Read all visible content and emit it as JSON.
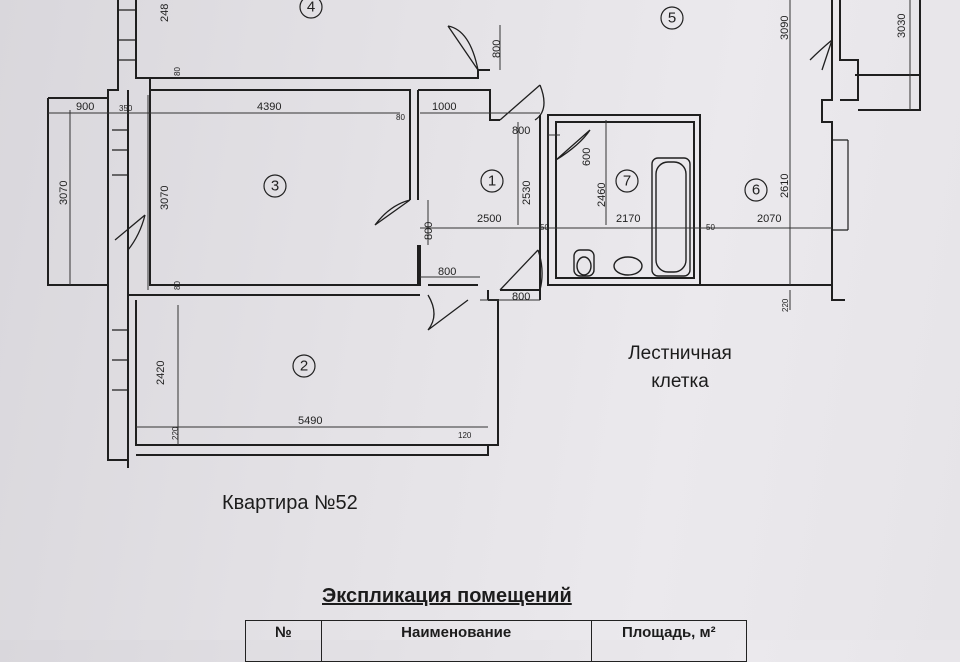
{
  "plan": {
    "apartment_label": "Квартира №52",
    "stairwell_label_line1": "Лестничная",
    "stairwell_label_line2": "клетка",
    "rooms": [
      {
        "num": "1"
      },
      {
        "num": "2"
      },
      {
        "num": "3"
      },
      {
        "num": "4"
      },
      {
        "num": "5"
      },
      {
        "num": "6"
      },
      {
        "num": "7"
      }
    ],
    "dimensions": {
      "d248": "248",
      "d800a": "800",
      "d3090": "3090",
      "d3030": "3030",
      "d80a": "80",
      "d900": "900",
      "d350": "350",
      "d4390": "4390",
      "d80b": "80",
      "d1000": "1000",
      "d800b": "800",
      "d600": "600",
      "d3070a": "3070",
      "d3070b": "3070",
      "d2530": "2530",
      "d2460": "2460",
      "d2610": "2610",
      "d800c": "800",
      "d2500": "2500",
      "d50a": "50",
      "d2170": "2170",
      "d50b": "50",
      "d2070": "2070",
      "d80c": "80",
      "d800d": "800",
      "d800e": "800",
      "d220a": "220",
      "d2420": "2420",
      "d5490": "5490",
      "d220b": "220",
      "d120": "120"
    }
  },
  "explication": {
    "title": "Экспликация помещений",
    "columns": [
      "№",
      "Наименование",
      "Площадь, м²"
    ]
  }
}
